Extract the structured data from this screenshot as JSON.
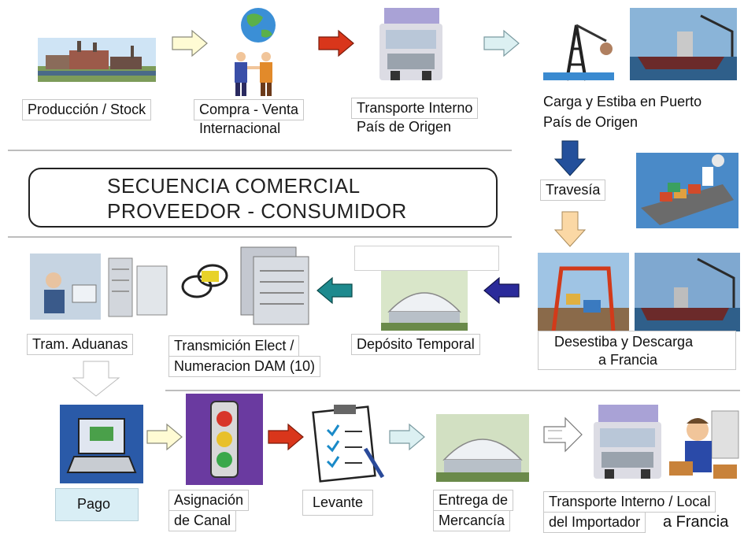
{
  "title": {
    "line1": "SECUENCIA COMERCIAL",
    "line2": "PROVEEDOR - CONSUMIDOR"
  },
  "steps": {
    "produccion": "Producción / Stock",
    "compraventa_1": "Compra - Venta",
    "compraventa_2": "Internacional",
    "transporte_1": "Transporte Interno",
    "transporte_2": "País de Origen",
    "carga_1": "Carga y Estiba en Puerto",
    "carga_2": "País de Origen",
    "travesia": "Travesía",
    "desestiba_1": "Desestiba y Descarga",
    "desestiba_2": "a Francia",
    "deposito": "Depósito Temporal",
    "transmision_1": "Transmición Elect /",
    "transmision_2": "Numeracion DAM (10)",
    "aduanas": "Tram. Aduanas",
    "pago": "Pago",
    "asignacion_1": "Asignación",
    "asignacion_2": "de Canal",
    "levante": "Levante",
    "entrega_1": "Entrega de",
    "entrega_2": "Mercancía",
    "final_1": "Transporte Interno / Local",
    "final_2": "del Importador",
    "final_3": "a Francia"
  },
  "colors": {
    "arrow_cream": "#fffbd4",
    "arrow_red": "#d9361b",
    "arrow_lightblue": "#dcf0f2",
    "arrow_darkblue": "#23509b",
    "arrow_peach": "#fbd8a5",
    "arrow_teal": "#1e8a8e",
    "arrow_navy": "#2a2a9a"
  }
}
